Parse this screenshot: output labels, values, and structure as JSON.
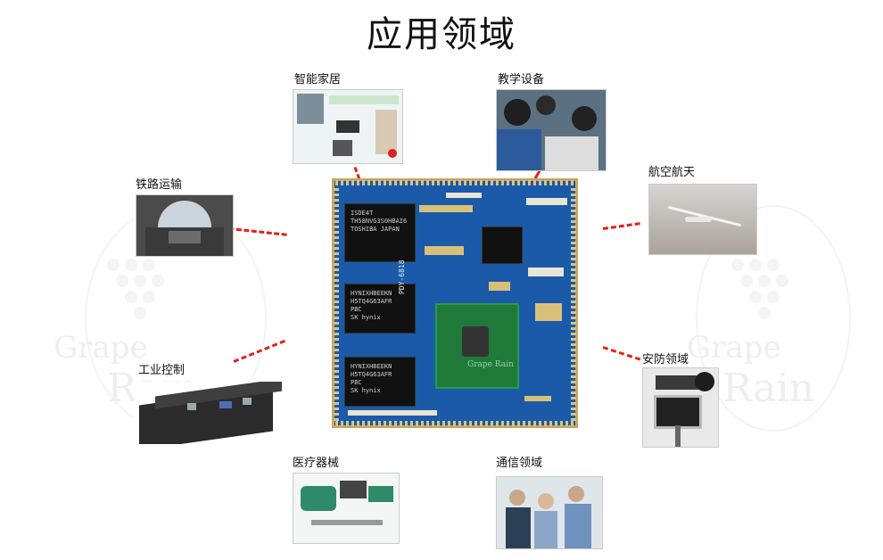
{
  "title": "应用领域",
  "watermark": {
    "word1": "Grape",
    "word2": "Rain"
  },
  "board": {
    "chip1_text": "ISDE4T\nTH58NVG3S0HBAI6\nTOSHIBA JAPAN",
    "chip2_text": "HYNIXHBEEKN\nH5TQ4G63AFR\nPBC\nSK hynix",
    "chip3_text": "HYNIXHBEEKN\nH5TQ4G63AFR\nPBC\nSK hynix",
    "model_text": "PDY-6818",
    "soc_text": "Grape Rain"
  },
  "applications": [
    {
      "label": "智能家居",
      "icon": "smart-home-image"
    },
    {
      "label": "教学设备",
      "icon": "teaching-equipment-image"
    },
    {
      "label": "铁路运输",
      "icon": "railway-transport-image"
    },
    {
      "label": "航空航天",
      "icon": "aerospace-image"
    },
    {
      "label": "工业控制",
      "icon": "industrial-control-image"
    },
    {
      "label": "安防领域",
      "icon": "security-image"
    },
    {
      "label": "医疗器械",
      "icon": "medical-equipment-image"
    },
    {
      "label": "通信领域",
      "icon": "communication-image"
    }
  ],
  "colors": {
    "dash": "#e0221c",
    "board": "#1a5aa8",
    "soc": "#1f7a3a"
  }
}
